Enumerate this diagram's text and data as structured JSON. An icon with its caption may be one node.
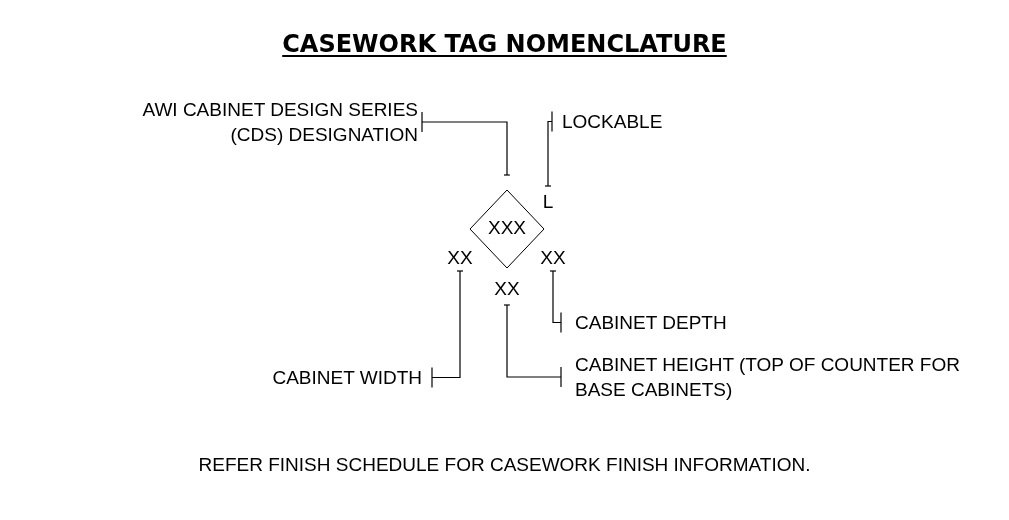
{
  "diagram": {
    "title": "CASEWORK TAG NOMENCLATURE",
    "nodes": [
      {
        "text": [
          "AWI CABINET DESIGN SERIES (CDS) DESIGNATION"
        ]
      },
      {
        "text": [
          "LOCKABLE"
        ]
      },
      {
        "text": [
          "XXX"
        ]
      },
      {
        "text": [
          "L"
        ]
      },
      {
        "text": [
          "XX"
        ]
      },
      {
        "text": [
          "XX"
        ]
      },
      {
        "text": [
          "XX"
        ]
      },
      {
        "text": [
          "CABINET DEPTH"
        ]
      },
      {
        "text": [
          "CABINET WIDTH"
        ]
      },
      {
        "text": [
          "CABINET HEIGHT (TOP OF COUNTER FOR BASE CABINETS)"
        ]
      }
    ],
    "edges": [
      {
        "from": 0,
        "to": 2,
        "arrow": "other"
      },
      {
        "from": 1,
        "to": 3,
        "arrow": "other"
      },
      {
        "from": 7,
        "to": 5,
        "arrow": "other"
      },
      {
        "from": 8,
        "to": 4,
        "arrow": "other"
      },
      {
        "from": 9,
        "to": 6,
        "arrow": "other"
      }
    ],
    "labels": [
      "REFER FINISH SCHEDULE FOR CASEWORK FINISH INFORMATION."
    ]
  }
}
